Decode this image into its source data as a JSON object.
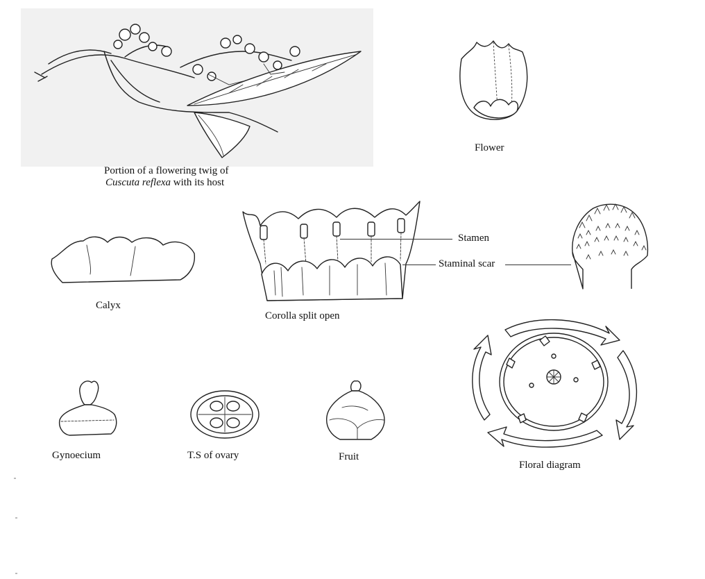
{
  "labels": {
    "twig_line1": "Portion of a flowering twig of",
    "twig_line2_species": "Cuscuta reflexa",
    "twig_line2_rest": " with its host",
    "flower": "Flower",
    "stamen": "Stamen",
    "staminal_scar": "Staminal scar",
    "calyx": "Calyx",
    "corolla": "Corolla split open",
    "gynoecium": "Gynoecium",
    "ts_ovary": "T.S of ovary",
    "fruit": "Fruit",
    "floral_diagram": "Floral diagram"
  }
}
